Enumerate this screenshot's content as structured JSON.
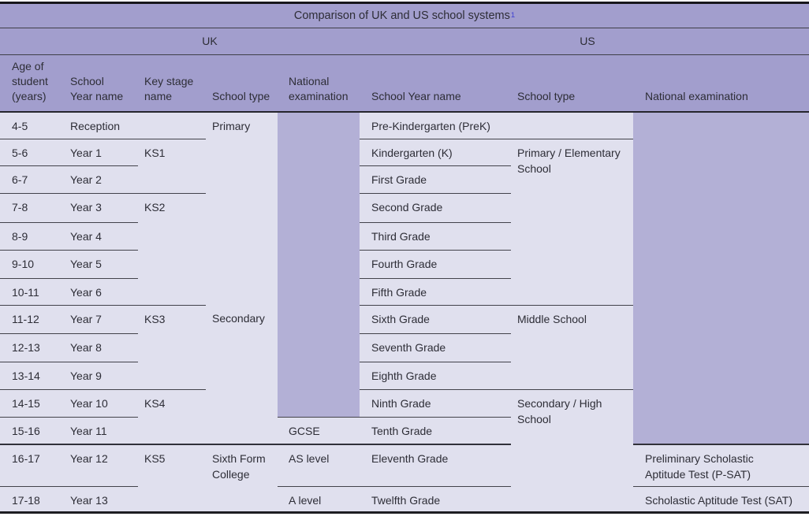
{
  "title": {
    "text": "Comparison of UK and US school systems",
    "superscript": "1"
  },
  "sections": {
    "uk_label": "UK",
    "us_label": "US"
  },
  "columns": {
    "uk": [
      "Age of\nstudent\n(years)",
      "School\nYear name",
      "Key stage\nname",
      "School type",
      "National\nexamination"
    ],
    "us": [
      "School Year name",
      "School type",
      "National examination"
    ]
  },
  "rows": [
    {
      "age": "4-5",
      "year": "Reception",
      "key_stage": "",
      "uk_school_type": "Primary",
      "uk_exam": "",
      "us_year": "Pre-Kindergarten (PreK)",
      "us_school_type": "",
      "us_exam": ""
    },
    {
      "age": "5-6",
      "year": "Year 1",
      "key_stage": "KS1",
      "us_year": "Kindergarten (K)",
      "us_school_type": "Primary / Elementary\nSchool"
    },
    {
      "age": "6-7",
      "year": "Year 2",
      "us_year": "First Grade"
    },
    {
      "age": "7-8",
      "year": "Year 3",
      "key_stage": "KS2",
      "us_year": "Second Grade"
    },
    {
      "age": "8-9",
      "year": "Year 4",
      "us_year": "Third Grade"
    },
    {
      "age": "9-10",
      "year": "Year 5",
      "us_year": "Fourth Grade"
    },
    {
      "age": "10-11",
      "year": "Year 6",
      "us_year": "Fifth Grade"
    },
    {
      "age": "11-12",
      "year": "Year 7",
      "key_stage": "KS3",
      "uk_school_type": "Secondary",
      "us_year": "Sixth Grade",
      "us_school_type": "Middle School"
    },
    {
      "age": "12-13",
      "year": "Year 8",
      "us_year": "Seventh Grade"
    },
    {
      "age": "13-14",
      "year": "Year 9",
      "us_year": "Eighth Grade"
    },
    {
      "age": "14-15",
      "year": "Year 10",
      "key_stage": "KS4",
      "us_year": "Ninth Grade",
      "us_school_type": "Secondary / High\nSchool"
    },
    {
      "age": "15-16",
      "year": "Year 11",
      "uk_exam": "GCSE",
      "us_year": "Tenth Grade"
    },
    {
      "age": "16-17",
      "year": "Year 12",
      "key_stage": "KS5",
      "uk_school_type": "Sixth Form\nCollege",
      "uk_exam": "AS level",
      "us_year": "Eleventh Grade",
      "us_exam": "Preliminary Scholastic\nAptitude Test (P-SAT)"
    },
    {
      "age": "17-18",
      "year": "Year 13",
      "uk_exam": "A level",
      "us_year": "Twelfth Grade",
      "us_exam": "Scholastic Aptitude Test (SAT)"
    }
  ],
  "colors": {
    "header_purple": "#a29ecd",
    "empty_cell_purple": "#b3b0d6",
    "row_light": "#e0e0ee",
    "footnote_blue": "#3d3fd1",
    "line_dark": "#42424a"
  }
}
